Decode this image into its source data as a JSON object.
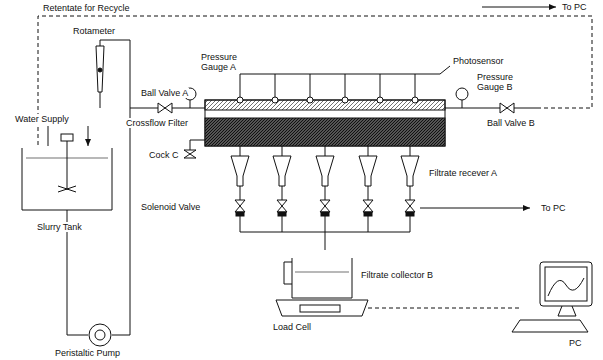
{
  "diagram": {
    "labels": [
      "Retentate for Recycle",
      "To PC",
      "Rotameter",
      "Ball Valve A",
      "Pressure Gauge A",
      "Pressure Gauge B",
      "Photosensor",
      "Crossflow Filter",
      "Ball Valve B",
      "Water Supply",
      "Cock C",
      "Filtrate recever A",
      "Solenoid Valve",
      "To PC",
      "Slurry Tank",
      "Peristaltic Pump",
      "Load Cell",
      "Filtrate collector B",
      "PC"
    ]
  }
}
